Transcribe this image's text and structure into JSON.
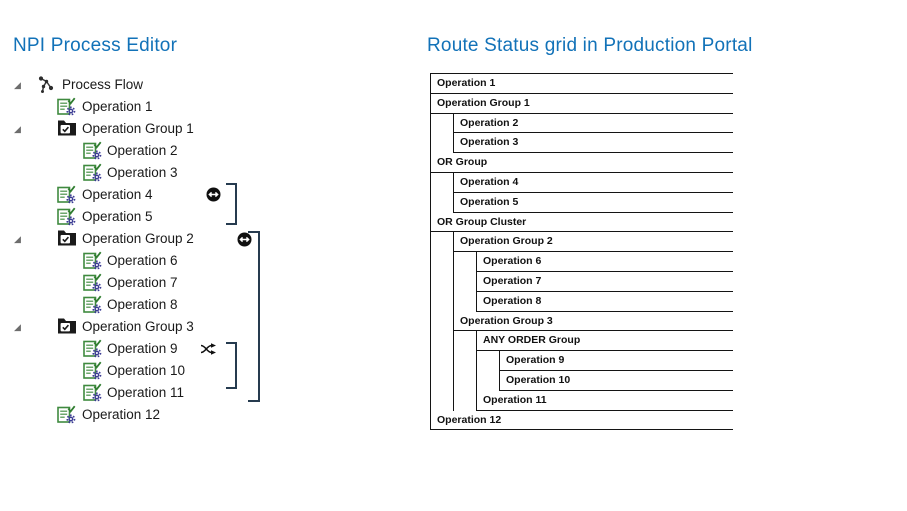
{
  "colors": {
    "title_blue": "#1272b8",
    "bracket": "#263b4f",
    "grid_border": "#141414",
    "tree_text": "#1a1a1a",
    "operation_green": "#3f8a3f",
    "gear_blue": "#3b3b94",
    "folder_black": "#1a1a1a"
  },
  "left_panel": {
    "title": "NPI Process Editor",
    "tree": [
      {
        "label": "Process Flow",
        "icon": "process-flow",
        "level": 0,
        "expander": true
      },
      {
        "label": "Operation 1",
        "icon": "operation",
        "level": 1,
        "expander": false
      },
      {
        "label": "Operation Group 1",
        "icon": "operation-group",
        "level": 1,
        "expander": true
      },
      {
        "label": "Operation 2",
        "icon": "operation",
        "level": 2,
        "expander": false
      },
      {
        "label": "Operation 3",
        "icon": "operation",
        "level": 2,
        "expander": false
      },
      {
        "label": "Operation 4",
        "icon": "operation",
        "level": 1,
        "expander": false
      },
      {
        "label": "Operation 5",
        "icon": "operation",
        "level": 1,
        "expander": false
      },
      {
        "label": "Operation Group 2",
        "icon": "operation-group",
        "level": 1,
        "expander": true
      },
      {
        "label": "Operation 6",
        "icon": "operation",
        "level": 2,
        "expander": false
      },
      {
        "label": "Operation 7",
        "icon": "operation",
        "level": 2,
        "expander": false
      },
      {
        "label": "Operation 8",
        "icon": "operation",
        "level": 2,
        "expander": false
      },
      {
        "label": "Operation Group 3",
        "icon": "operation-group",
        "level": 1,
        "expander": true
      },
      {
        "label": "Operation 9",
        "icon": "operation",
        "level": 2,
        "expander": false
      },
      {
        "label": "Operation 10",
        "icon": "operation",
        "level": 2,
        "expander": false
      },
      {
        "label": "Operation 11",
        "icon": "operation",
        "level": 2,
        "expander": false
      },
      {
        "label": "Operation 12",
        "icon": "operation",
        "level": 1,
        "expander": false
      }
    ],
    "annotations": [
      {
        "id": "or-marker-1",
        "icon": "or-circle-icon",
        "spans": "Operation 4 - Operation 5"
      },
      {
        "id": "or-marker-2",
        "icon": "or-circle-icon",
        "spans": "Operation Group 2 - Operation 11"
      },
      {
        "id": "any-order-marker",
        "icon": "shuffle-icon",
        "spans": "Operation 9 - Operation 10"
      }
    ]
  },
  "right_panel": {
    "title": "Route Status grid in Production Portal",
    "grid": [
      {
        "label": "Operation 1"
      },
      {
        "label": "Operation Group 1",
        "children": [
          {
            "label": "Operation 2"
          },
          {
            "label": "Operation 3"
          }
        ]
      },
      {
        "label": "OR Group",
        "children": [
          {
            "label": "Operation 4"
          },
          {
            "label": "Operation 5"
          }
        ]
      },
      {
        "label": "OR Group Cluster",
        "children": [
          {
            "label": "Operation Group 2",
            "children": [
              {
                "label": "Operation 6"
              },
              {
                "label": "Operation 7"
              },
              {
                "label": "Operation 8"
              }
            ]
          },
          {
            "label": "Operation Group 3",
            "children": [
              {
                "label": "ANY ORDER Group",
                "children": [
                  {
                    "label": "Operation 9"
                  },
                  {
                    "label": "Operation 10"
                  }
                ]
              },
              {
                "label": "Operation 11"
              }
            ]
          }
        ]
      },
      {
        "label": "Operation 12"
      }
    ]
  }
}
